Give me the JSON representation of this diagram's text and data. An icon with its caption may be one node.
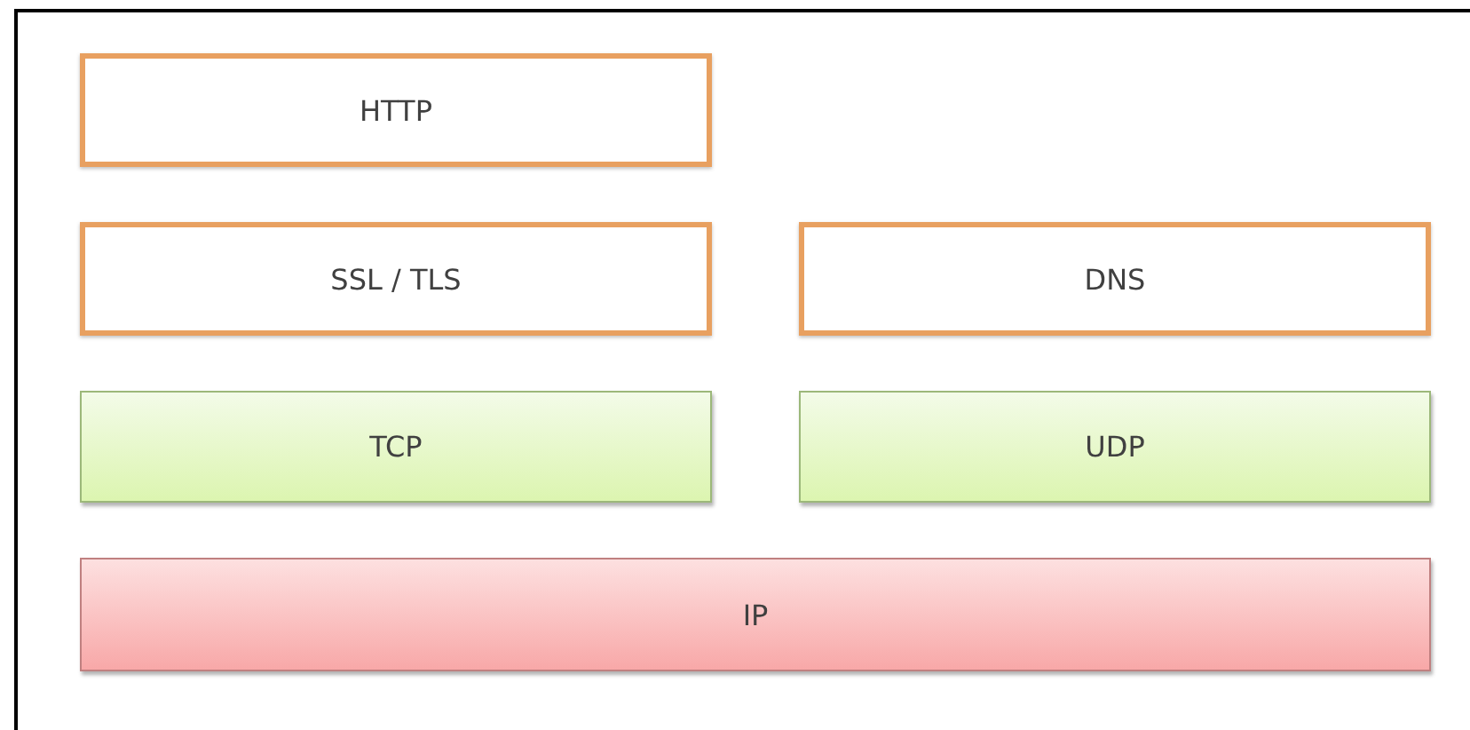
{
  "diagram": {
    "nodes": [
      {
        "text": [
          "HTTP"
        ]
      },
      {
        "text": [
          "SSL / TLS"
        ]
      },
      {
        "text": [
          "DNS"
        ]
      },
      {
        "text": [
          "TCP"
        ]
      },
      {
        "text": [
          "UDP"
        ]
      },
      {
        "text": [
          "IP"
        ]
      }
    ]
  }
}
